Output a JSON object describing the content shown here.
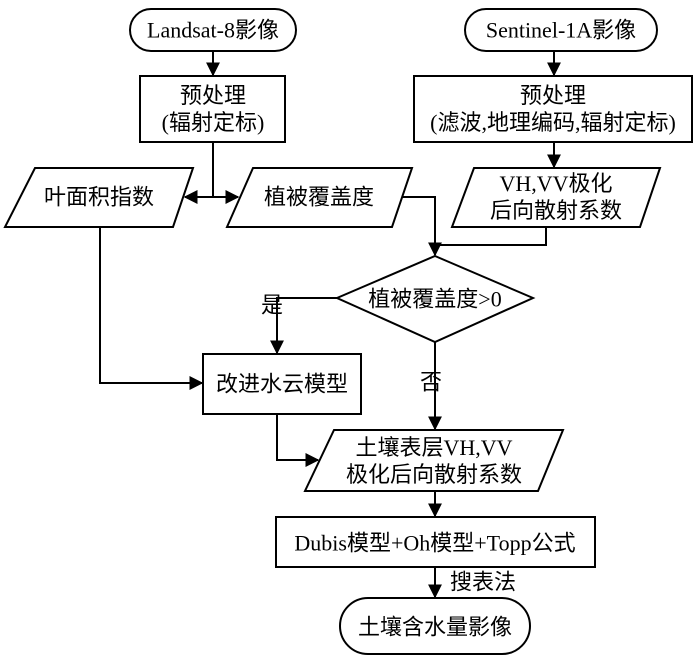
{
  "nodes": {
    "landsat_input": "Landsat-8影像",
    "sentinel_input": "Sentinel-1A影像",
    "preprocess_landsat": {
      "line1": "预处理",
      "line2": "(辐射定标)"
    },
    "preprocess_sentinel": {
      "line1": "预处理",
      "line2": "(滤波,地理编码,辐射定标)"
    },
    "lai": "叶面积指数",
    "vegetation_coverage": "植被覆盖度",
    "vh_vv_backscatter": {
      "line1": "VH,VV极化",
      "line2": "后向散射系数"
    },
    "decision": "植被覆盖度>0",
    "improved_water_cloud_model": "改进水云模型",
    "soil_backscatter": {
      "line1": "土壤表层VH,VV",
      "line2": "极化后向散射系数"
    },
    "models": "Dubis模型+Oh模型+Topp公式",
    "output": "土壤含水量影像"
  },
  "edge_labels": {
    "yes": "是",
    "no": "否",
    "lookup": "搜表法"
  }
}
